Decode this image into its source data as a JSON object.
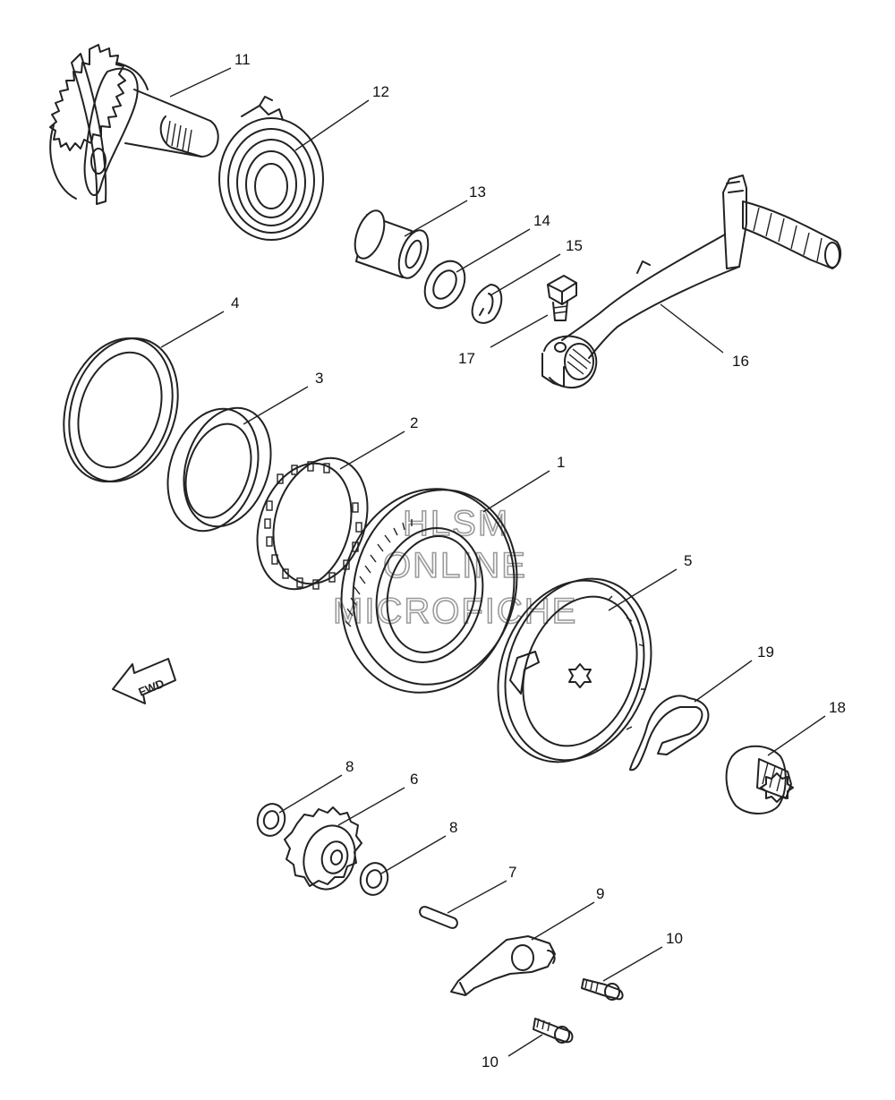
{
  "watermark": [
    "HLSM",
    "ONLINE",
    "MICROFICHE"
  ],
  "direction_label": "FWD",
  "callouts": [
    {
      "id": "11",
      "name": "kick-axle-gear",
      "label": "11"
    },
    {
      "id": "12",
      "name": "torsion-spring",
      "label": "12"
    },
    {
      "id": "13",
      "name": "spring-guide-collar",
      "label": "13"
    },
    {
      "id": "14",
      "name": "washer",
      "label": "14"
    },
    {
      "id": "15",
      "name": "circlip",
      "label": "15"
    },
    {
      "id": "17",
      "name": "kick-crank-bolt",
      "label": "17"
    },
    {
      "id": "16",
      "name": "kick-crank",
      "label": "16"
    },
    {
      "id": "4",
      "name": "outer-ring",
      "label": "4"
    },
    {
      "id": "3",
      "name": "inner-ring",
      "label": "3"
    },
    {
      "id": "2",
      "name": "roller-cage",
      "label": "2"
    },
    {
      "id": "1",
      "name": "kick-gear-assembly",
      "label": "1"
    },
    {
      "id": "5",
      "name": "clutch-plate",
      "label": "5"
    },
    {
      "id": "19",
      "name": "clip",
      "label": "19"
    },
    {
      "id": "18",
      "name": "pinion-gear",
      "label": "18"
    },
    {
      "id": "8a",
      "name": "washer-upper",
      "label": "8"
    },
    {
      "id": "6",
      "name": "idler-gear",
      "label": "6"
    },
    {
      "id": "8b",
      "name": "washer-lower",
      "label": "8"
    },
    {
      "id": "7",
      "name": "pin",
      "label": "7"
    },
    {
      "id": "9",
      "name": "stopper-lever",
      "label": "9"
    },
    {
      "id": "10a",
      "name": "bolt-upper",
      "label": "10"
    },
    {
      "id": "10b",
      "name": "bolt-lower",
      "label": "10"
    }
  ]
}
